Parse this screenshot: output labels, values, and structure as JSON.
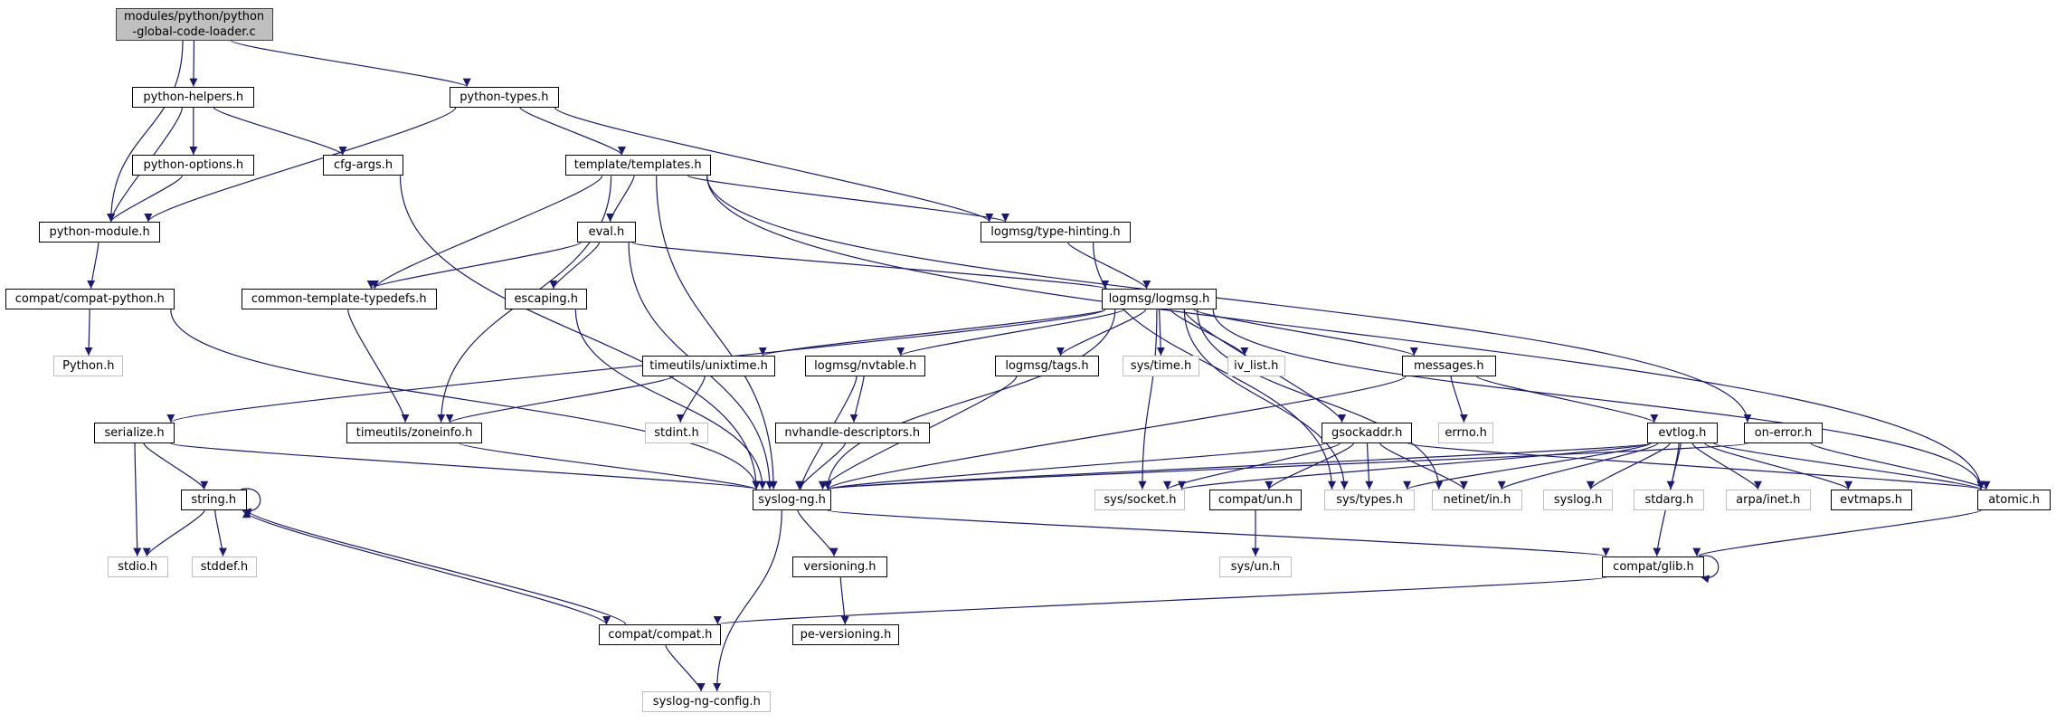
{
  "diagram": {
    "title": "modules/python/python-global-code-loader.c include dependency graph",
    "edge_color": "#191970",
    "colors": {
      "root_fill": "#bfbfbf",
      "local_border": "#000000",
      "system_border": "#bfbfbf"
    },
    "nodes": [
      {
        "id": "root",
        "label": "modules/python/python\n-global-code-loader.c",
        "kind": "root"
      },
      {
        "id": "python_helpers",
        "label": "python-helpers.h",
        "kind": "local"
      },
      {
        "id": "python_types",
        "label": "python-types.h",
        "kind": "local"
      },
      {
        "id": "python_options",
        "label": "python-options.h",
        "kind": "local"
      },
      {
        "id": "cfg_args",
        "label": "cfg-args.h",
        "kind": "local"
      },
      {
        "id": "templates",
        "label": "template/templates.h",
        "kind": "local"
      },
      {
        "id": "python_module",
        "label": "python-module.h",
        "kind": "local"
      },
      {
        "id": "eval",
        "label": "eval.h",
        "kind": "local"
      },
      {
        "id": "type_hinting",
        "label": "logmsg/type-hinting.h",
        "kind": "local"
      },
      {
        "id": "compat_python",
        "label": "compat/compat-python.h",
        "kind": "local"
      },
      {
        "id": "common_template_typedefs",
        "label": "common-template-typedefs.h",
        "kind": "local"
      },
      {
        "id": "escaping",
        "label": "escaping.h",
        "kind": "local"
      },
      {
        "id": "logmsg",
        "label": "logmsg/logmsg.h",
        "kind": "local"
      },
      {
        "id": "python_h",
        "label": "Python.h",
        "kind": "system"
      },
      {
        "id": "unixtime",
        "label": "timeutils/unixtime.h",
        "kind": "local"
      },
      {
        "id": "nvtable",
        "label": "logmsg/nvtable.h",
        "kind": "local"
      },
      {
        "id": "tags",
        "label": "logmsg/tags.h",
        "kind": "local"
      },
      {
        "id": "sys_time",
        "label": "sys/time.h",
        "kind": "system"
      },
      {
        "id": "iv_list",
        "label": "iv_list.h",
        "kind": "system"
      },
      {
        "id": "messages",
        "label": "messages.h",
        "kind": "local"
      },
      {
        "id": "serialize",
        "label": "serialize.h",
        "kind": "local"
      },
      {
        "id": "zoneinfo",
        "label": "timeutils/zoneinfo.h",
        "kind": "local"
      },
      {
        "id": "stdint",
        "label": "stdint.h",
        "kind": "system"
      },
      {
        "id": "nvhandle",
        "label": "nvhandle-descriptors.h",
        "kind": "local"
      },
      {
        "id": "gsockaddr",
        "label": "gsockaddr.h",
        "kind": "local"
      },
      {
        "id": "errno",
        "label": "errno.h",
        "kind": "system"
      },
      {
        "id": "evtlog",
        "label": "evtlog.h",
        "kind": "local"
      },
      {
        "id": "on_error",
        "label": "on-error.h",
        "kind": "local"
      },
      {
        "id": "string",
        "label": "string.h",
        "kind": "local"
      },
      {
        "id": "syslog_ng",
        "label": "syslog-ng.h",
        "kind": "local"
      },
      {
        "id": "sys_socket",
        "label": "sys/socket.h",
        "kind": "system"
      },
      {
        "id": "compat_un",
        "label": "compat/un.h",
        "kind": "local"
      },
      {
        "id": "sys_types",
        "label": "sys/types.h",
        "kind": "system"
      },
      {
        "id": "netinet_in",
        "label": "netinet/in.h",
        "kind": "system"
      },
      {
        "id": "syslog",
        "label": "syslog.h",
        "kind": "system"
      },
      {
        "id": "stdarg",
        "label": "stdarg.h",
        "kind": "system"
      },
      {
        "id": "arpa_inet",
        "label": "arpa/inet.h",
        "kind": "system"
      },
      {
        "id": "evtmaps",
        "label": "evtmaps.h",
        "kind": "local"
      },
      {
        "id": "atomic",
        "label": "atomic.h",
        "kind": "local"
      },
      {
        "id": "stdio",
        "label": "stdio.h",
        "kind": "system"
      },
      {
        "id": "stddef",
        "label": "stddef.h",
        "kind": "system"
      },
      {
        "id": "sys_un",
        "label": "sys/un.h",
        "kind": "system"
      },
      {
        "id": "versioning",
        "label": "versioning.h",
        "kind": "local"
      },
      {
        "id": "compat_glib",
        "label": "compat/glib.h",
        "kind": "local"
      },
      {
        "id": "compat_compat",
        "label": "compat/compat.h",
        "kind": "local"
      },
      {
        "id": "pe_versioning",
        "label": "pe-versioning.h",
        "kind": "local"
      },
      {
        "id": "syslog_ng_config",
        "label": "syslog-ng-config.h",
        "kind": "system"
      }
    ],
    "edges": [
      [
        "root",
        "python_module"
      ],
      [
        "root",
        "python_helpers"
      ],
      [
        "root",
        "python_types"
      ],
      [
        "python_helpers",
        "python_module"
      ],
      [
        "python_helpers",
        "python_options"
      ],
      [
        "python_helpers",
        "cfg_args"
      ],
      [
        "python_types",
        "python_module"
      ],
      [
        "python_types",
        "templates"
      ],
      [
        "python_types",
        "type_hinting"
      ],
      [
        "python_options",
        "python_module"
      ],
      [
        "cfg_args",
        "syslog_ng"
      ],
      [
        "templates",
        "common_template_typedefs"
      ],
      [
        "templates",
        "zoneinfo"
      ],
      [
        "templates",
        "eval"
      ],
      [
        "templates",
        "syslog_ng"
      ],
      [
        "templates",
        "type_hinting"
      ],
      [
        "templates",
        "on_error"
      ],
      [
        "templates",
        "atomic"
      ],
      [
        "python_module",
        "compat_python"
      ],
      [
        "compat_python",
        "python_h"
      ],
      [
        "compat_python",
        "syslog_ng"
      ],
      [
        "eval",
        "common_template_typedefs"
      ],
      [
        "eval",
        "escaping"
      ],
      [
        "eval",
        "syslog_ng"
      ],
      [
        "eval",
        "logmsg"
      ],
      [
        "type_hinting",
        "logmsg"
      ],
      [
        "type_hinting",
        "sys_types"
      ],
      [
        "common_template_typedefs",
        "zoneinfo"
      ],
      [
        "escaping",
        "syslog_ng"
      ],
      [
        "logmsg",
        "serialize"
      ],
      [
        "logmsg",
        "unixtime"
      ],
      [
        "logmsg",
        "nvtable"
      ],
      [
        "logmsg",
        "tags"
      ],
      [
        "logmsg",
        "sys_time"
      ],
      [
        "logmsg",
        "iv_list"
      ],
      [
        "logmsg",
        "messages"
      ],
      [
        "logmsg",
        "gsockaddr"
      ],
      [
        "logmsg",
        "syslog_ng"
      ],
      [
        "logmsg",
        "sys_socket"
      ],
      [
        "logmsg",
        "sys_types"
      ],
      [
        "logmsg",
        "netinet_in"
      ],
      [
        "logmsg",
        "atomic"
      ],
      [
        "unixtime",
        "zoneinfo"
      ],
      [
        "unixtime",
        "stdint"
      ],
      [
        "nvtable",
        "nvhandle"
      ],
      [
        "nvtable",
        "syslog_ng"
      ],
      [
        "tags",
        "syslog_ng"
      ],
      [
        "messages",
        "errno"
      ],
      [
        "messages",
        "evtlog"
      ],
      [
        "messages",
        "syslog_ng"
      ],
      [
        "serialize",
        "string"
      ],
      [
        "serialize",
        "stdio"
      ],
      [
        "serialize",
        "syslog_ng"
      ],
      [
        "zoneinfo",
        "syslog_ng"
      ],
      [
        "nvhandle",
        "syslog_ng"
      ],
      [
        "gsockaddr",
        "syslog_ng"
      ],
      [
        "gsockaddr",
        "sys_socket"
      ],
      [
        "gsockaddr",
        "compat_un"
      ],
      [
        "gsockaddr",
        "sys_types"
      ],
      [
        "gsockaddr",
        "netinet_in"
      ],
      [
        "gsockaddr",
        "atomic"
      ],
      [
        "evtlog",
        "syslog_ng"
      ],
      [
        "evtlog",
        "sys_socket"
      ],
      [
        "evtlog",
        "sys_types"
      ],
      [
        "evtlog",
        "netinet_in"
      ],
      [
        "evtlog",
        "syslog"
      ],
      [
        "evtlog",
        "stdarg"
      ],
      [
        "evtlog",
        "arpa_inet"
      ],
      [
        "evtlog",
        "evtmaps"
      ],
      [
        "evtlog",
        "compat_glib"
      ],
      [
        "evtlog",
        "atomic"
      ],
      [
        "on_error",
        "syslog_ng"
      ],
      [
        "on_error",
        "atomic"
      ],
      [
        "string",
        "string"
      ],
      [
        "string",
        "stdio"
      ],
      [
        "string",
        "stddef"
      ],
      [
        "string",
        "compat_compat"
      ],
      [
        "syslog_ng",
        "versioning"
      ],
      [
        "syslog_ng",
        "compat_glib"
      ],
      [
        "syslog_ng",
        "syslog_ng_config"
      ],
      [
        "compat_un",
        "sys_un"
      ],
      [
        "atomic",
        "compat_glib"
      ],
      [
        "compat_glib",
        "compat_glib"
      ],
      [
        "compat_glib",
        "compat_compat"
      ],
      [
        "versioning",
        "pe_versioning"
      ],
      [
        "compat_compat",
        "syslog_ng_config"
      ],
      [
        "compat_compat",
        "string"
      ]
    ]
  }
}
